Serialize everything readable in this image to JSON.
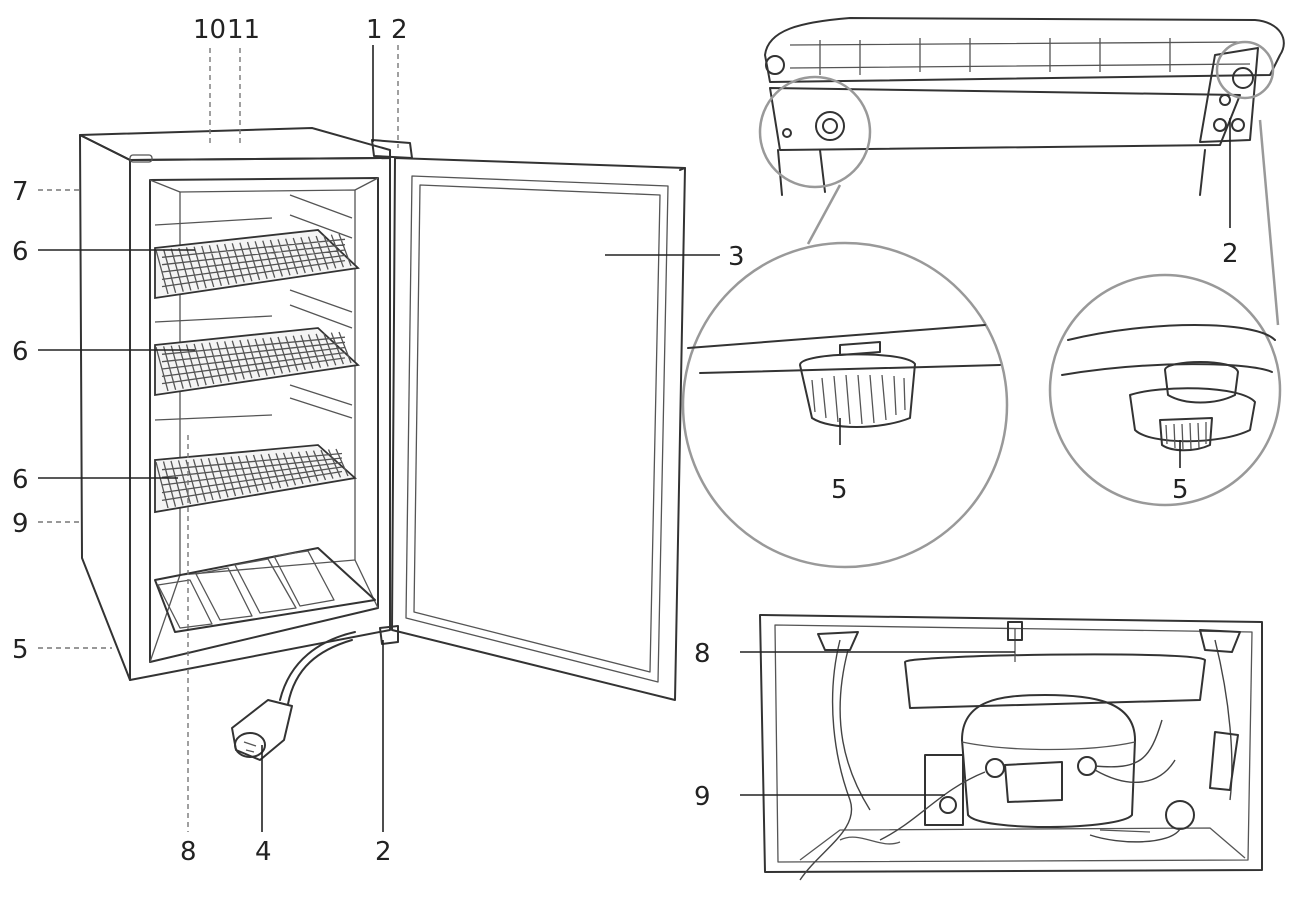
{
  "callouts": {
    "top_10": "10",
    "top_11": "11",
    "top_1": "1",
    "top_2": "2",
    "left_7": "7",
    "left_6a": "6",
    "left_6b": "6",
    "left_6c": "6",
    "left_9": "9",
    "left_5": "5",
    "right_3": "3",
    "bottom_8": "8",
    "bottom_4": "4",
    "bottom_2": "2",
    "hinge_2": "2",
    "detail_5a": "5",
    "detail_5b": "5",
    "rear_8": "8",
    "rear_9": "9"
  }
}
